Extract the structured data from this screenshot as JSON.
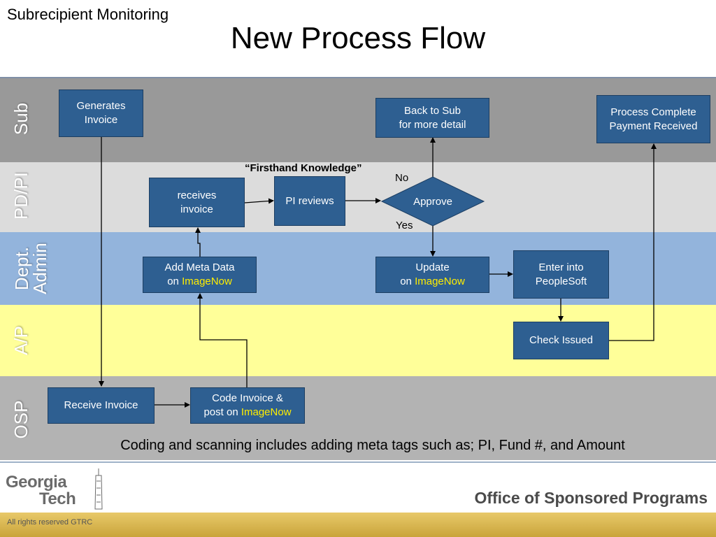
{
  "slide": {
    "subtitle": "Subrecipient Monitoring",
    "title": "New Process Flow"
  },
  "lanes": {
    "sub": "Sub",
    "pdpi": "PD/PI",
    "dept_line1": "Dept.",
    "dept_line2": "Admin",
    "ap": "A/P",
    "osp": "OSP"
  },
  "boxes": {
    "generates_invoice": [
      "Generates",
      "Invoice"
    ],
    "back_to_sub": [
      "Back to Sub",
      "for more detail"
    ],
    "process_complete": [
      "Process Complete",
      "Payment Received"
    ],
    "receives_invoice": [
      "receives",
      "invoice"
    ],
    "pi_reviews": "PI reviews",
    "approve": "Approve",
    "add_meta_data": {
      "line1": "Add Meta Data",
      "prefix": "on ",
      "highlight": "ImageNow"
    },
    "update": {
      "line1": "Update",
      "prefix": "on ",
      "highlight": "ImageNow"
    },
    "enter_peoplesoft": [
      "Enter into",
      "PeopleSoft"
    ],
    "check_issued": "Check Issued",
    "receive_invoice": "Receive Invoice",
    "code_invoice": {
      "line1": "Code Invoice &",
      "prefix": "post on ",
      "highlight": "ImageNow"
    }
  },
  "notes": {
    "firsthand": "“Firsthand Knowledge”",
    "no": "No",
    "yes": "Yes",
    "caption": "Coding and scanning includes adding meta tags such as; PI, Fund #, and Amount"
  },
  "footer": {
    "logo_line1": "Georgia",
    "logo_line2": "Tech",
    "office": "Office of Sponsored Programs",
    "rights": "All rights reserved GTRC"
  },
  "colors": {
    "box_fill": "#2e5f91",
    "highlight": "#ffee00",
    "lane_sub": "#999999",
    "lane_pdpi": "#dcdcdc",
    "lane_dept": "#93b4dc",
    "lane_ap": "#ffff99",
    "lane_osp": "#b3b3b3"
  }
}
